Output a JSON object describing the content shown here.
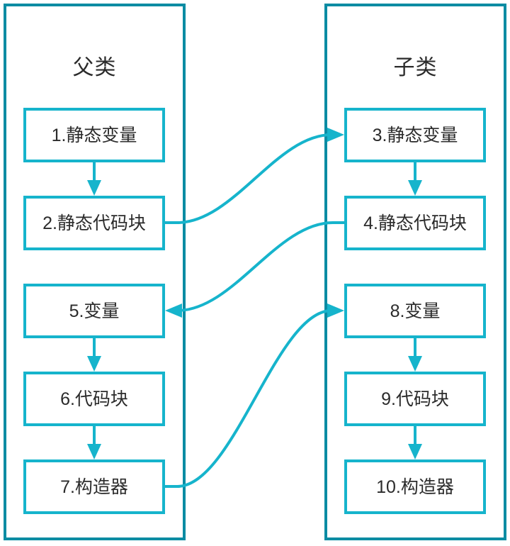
{
  "diagram": {
    "title_visible": false,
    "colors": {
      "panel_border": "#0b8ca3",
      "node_border": "#16b4cc",
      "edge": "#16b4cc",
      "text": "#2b2b2b",
      "background": "#ffffff"
    },
    "panels": [
      {
        "id": "parent-class",
        "title": "父类",
        "nodes": [
          {
            "id": "n1",
            "label": "1.静态变量"
          },
          {
            "id": "n2",
            "label": "2.静态代码块"
          },
          {
            "id": "n5",
            "label": "5.变量"
          },
          {
            "id": "n6",
            "label": "6.代码块"
          },
          {
            "id": "n7",
            "label": "7.构造器"
          }
        ]
      },
      {
        "id": "child-class",
        "title": "子类",
        "nodes": [
          {
            "id": "n3",
            "label": "3.静态变量"
          },
          {
            "id": "n4",
            "label": "4.静态代码块"
          },
          {
            "id": "n8",
            "label": "8.变量"
          },
          {
            "id": "n9",
            "label": "9.代码块"
          },
          {
            "id": "n10",
            "label": "10.构造器"
          }
        ]
      }
    ],
    "edges": [
      {
        "id": "e1",
        "from": "n1",
        "to": "n2",
        "kind": "vertical-arrow"
      },
      {
        "id": "e2",
        "from": "n2",
        "to": "n3",
        "kind": "s-curve-right"
      },
      {
        "id": "e3",
        "from": "n3",
        "to": "n4",
        "kind": "vertical-arrow"
      },
      {
        "id": "e4",
        "from": "n4",
        "to": "n5",
        "kind": "s-curve-left"
      },
      {
        "id": "e5",
        "from": "n5",
        "to": "n6",
        "kind": "vertical-arrow"
      },
      {
        "id": "e6",
        "from": "n6",
        "to": "n7",
        "kind": "vertical-arrow"
      },
      {
        "id": "e7",
        "from": "n7",
        "to": "n8",
        "kind": "s-curve-right"
      },
      {
        "id": "e8",
        "from": "n8",
        "to": "n9",
        "kind": "vertical-arrow"
      },
      {
        "id": "e9",
        "from": "n9",
        "to": "n10",
        "kind": "vertical-arrow"
      }
    ]
  }
}
